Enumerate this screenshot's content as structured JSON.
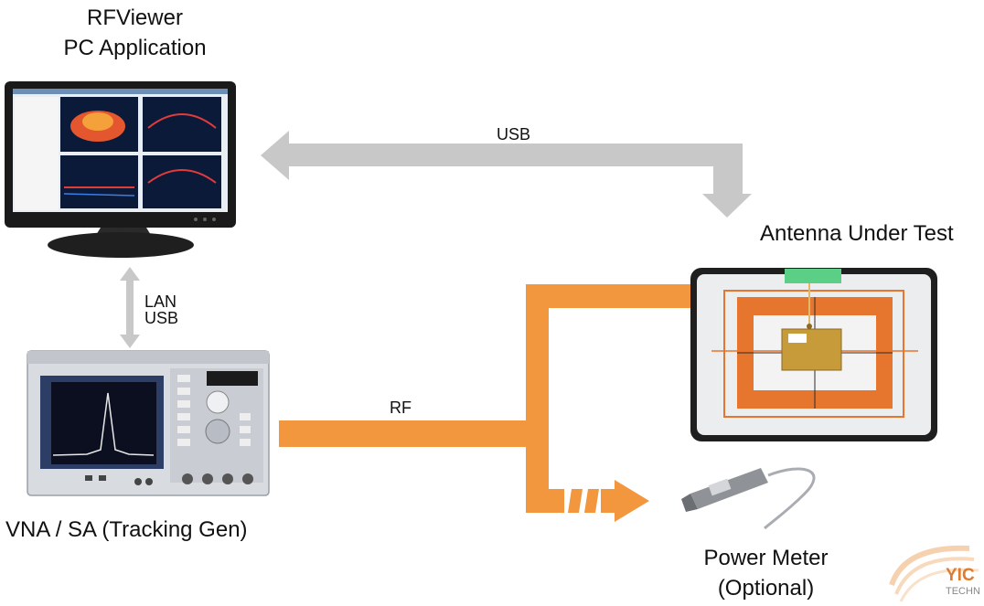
{
  "labels": {
    "pc_app_line1": "RFViewer",
    "pc_app_line2": "PC Application",
    "antenna": "Antenna Under Test",
    "vna": "VNA / SA (Tracking Gen)",
    "power_meter_line1": "Power Meter",
    "power_meter_line2": "(Optional)"
  },
  "connections": {
    "usb_top": "USB",
    "lan": "LAN",
    "usb_side": "USB",
    "rf": "RF"
  },
  "logo": {
    "text_line1": "YIC",
    "text_line2": "TECHN"
  },
  "colors": {
    "rf_arrow": "#f3973f",
    "data_arrow": "#c8c8c8",
    "logo_accent": "#e07a2e"
  }
}
